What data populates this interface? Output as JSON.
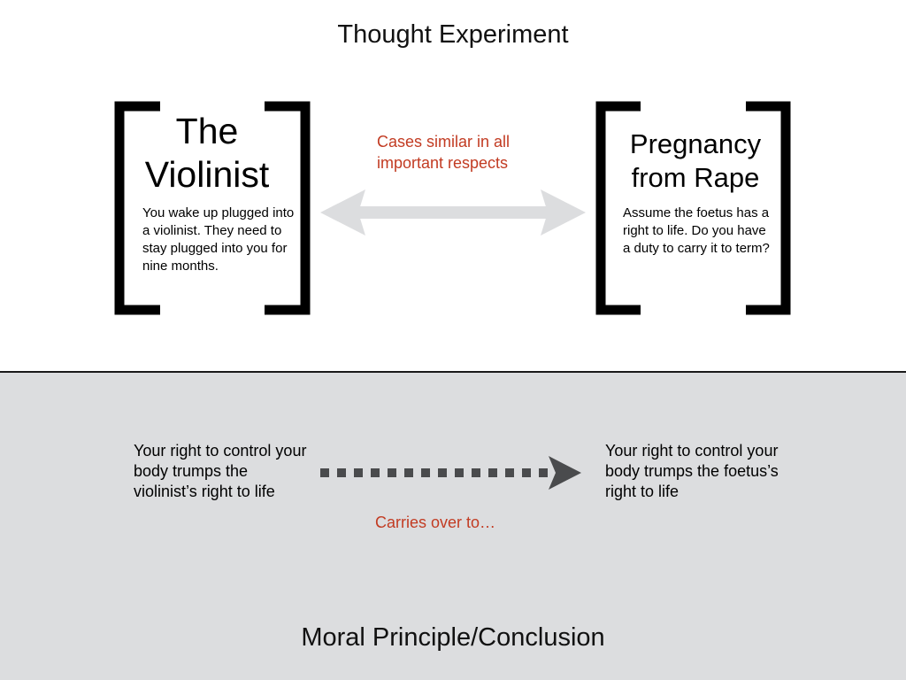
{
  "top_section": {
    "title": "Thought Experiment",
    "similarity_label": "Cases similar in all important respects",
    "cases": [
      {
        "heading": "The Violinist",
        "description": "You wake up plugged into a violinist. They need to stay plugged into you for nine months."
      },
      {
        "heading": "Pregnancy from Rape",
        "description": "Assume the foetus has a right to life. Do you have a duty to carry it to term?"
      }
    ]
  },
  "bottom_section": {
    "title": "Moral Principle/Conclusion",
    "carries_label": "Carries over to…",
    "principles": [
      "Your right to control your body trumps the violinist’s right to life",
      "Your right to control your body trumps the foetus’s right to life"
    ]
  },
  "colors": {
    "accent_red": "#c23b22",
    "double_arrow": "#dcdddf",
    "dashed_arrow": "#4a4b4d",
    "bottom_background": "#dcdddf",
    "bracket": "#000000"
  },
  "icons": {
    "double_arrow": "double-headed-arrow-icon",
    "dashed_arrow": "dashed-right-arrow-icon"
  }
}
